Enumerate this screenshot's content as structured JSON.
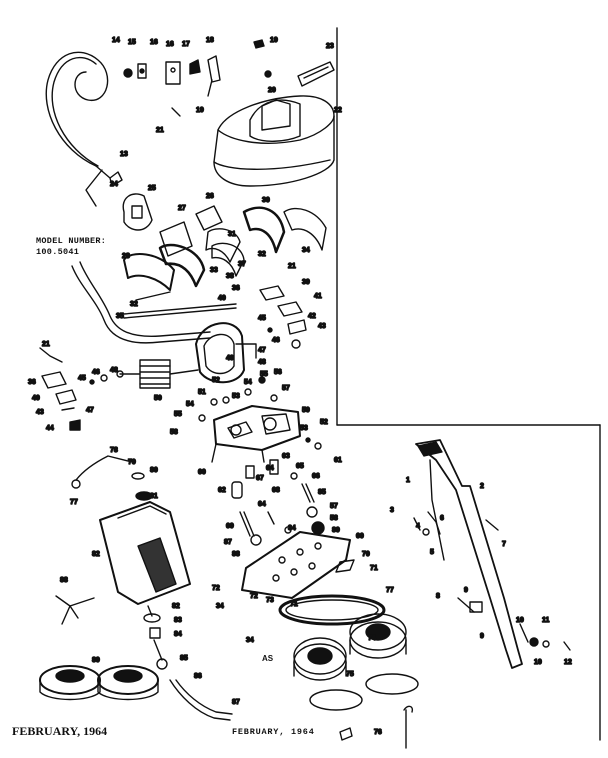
{
  "model": {
    "heading": "MODEL NUMBER:",
    "number": "100.5041"
  },
  "footer": {
    "date_left": "FEBRUARY, 1964",
    "date_right": "FEBRUARY, 1964"
  },
  "section_label": "AS",
  "callouts": {
    "c1": "1",
    "c2": "2",
    "c3": "3",
    "c4": "4",
    "c5": "5",
    "c6": "6",
    "c7": "7",
    "c8": "8",
    "c9": "9",
    "c10": "10",
    "c11": "11",
    "c12": "12",
    "c13": "13",
    "c14": "14",
    "c15": "15",
    "c16": "16",
    "c17": "17",
    "c18": "18",
    "c19": "19",
    "c20": "20",
    "c21": "21",
    "c22": "22",
    "c23": "23",
    "c24": "24",
    "c25": "25",
    "c26": "26",
    "c27": "27",
    "c28": "28",
    "c29": "29",
    "c30": "30",
    "c31": "31",
    "c32": "32",
    "c33": "33",
    "c34": "34",
    "c35": "35",
    "c36": "36",
    "c37": "37",
    "c38": "38",
    "c39": "39",
    "c40": "40",
    "c41": "41",
    "c42": "42",
    "c43": "43",
    "c44": "44",
    "c45": "45",
    "c46": "46",
    "c47": "47",
    "c48": "48",
    "c49": "49",
    "c50": "50",
    "c51": "51",
    "c52": "52",
    "c53": "53",
    "c54": "54",
    "c55": "55",
    "c56": "56",
    "c57": "57",
    "c58": "58",
    "c59": "59",
    "c60": "60",
    "c61": "61",
    "c62": "62",
    "c63": "63",
    "c64": "64",
    "c65": "65",
    "c66": "66",
    "c67": "67",
    "c68": "68",
    "c69": "69",
    "c70": "70",
    "c71": "71",
    "c72": "72",
    "c73": "73",
    "c74": "74",
    "c75": "75",
    "c76": "76",
    "c77": "77",
    "c78": "78",
    "c79": "79",
    "c80": "80",
    "c81": "81",
    "c82": "82",
    "c83": "83",
    "c84": "84",
    "c85": "85",
    "c86": "86",
    "c87": "87",
    "c88": "88",
    "c89": "89"
  }
}
